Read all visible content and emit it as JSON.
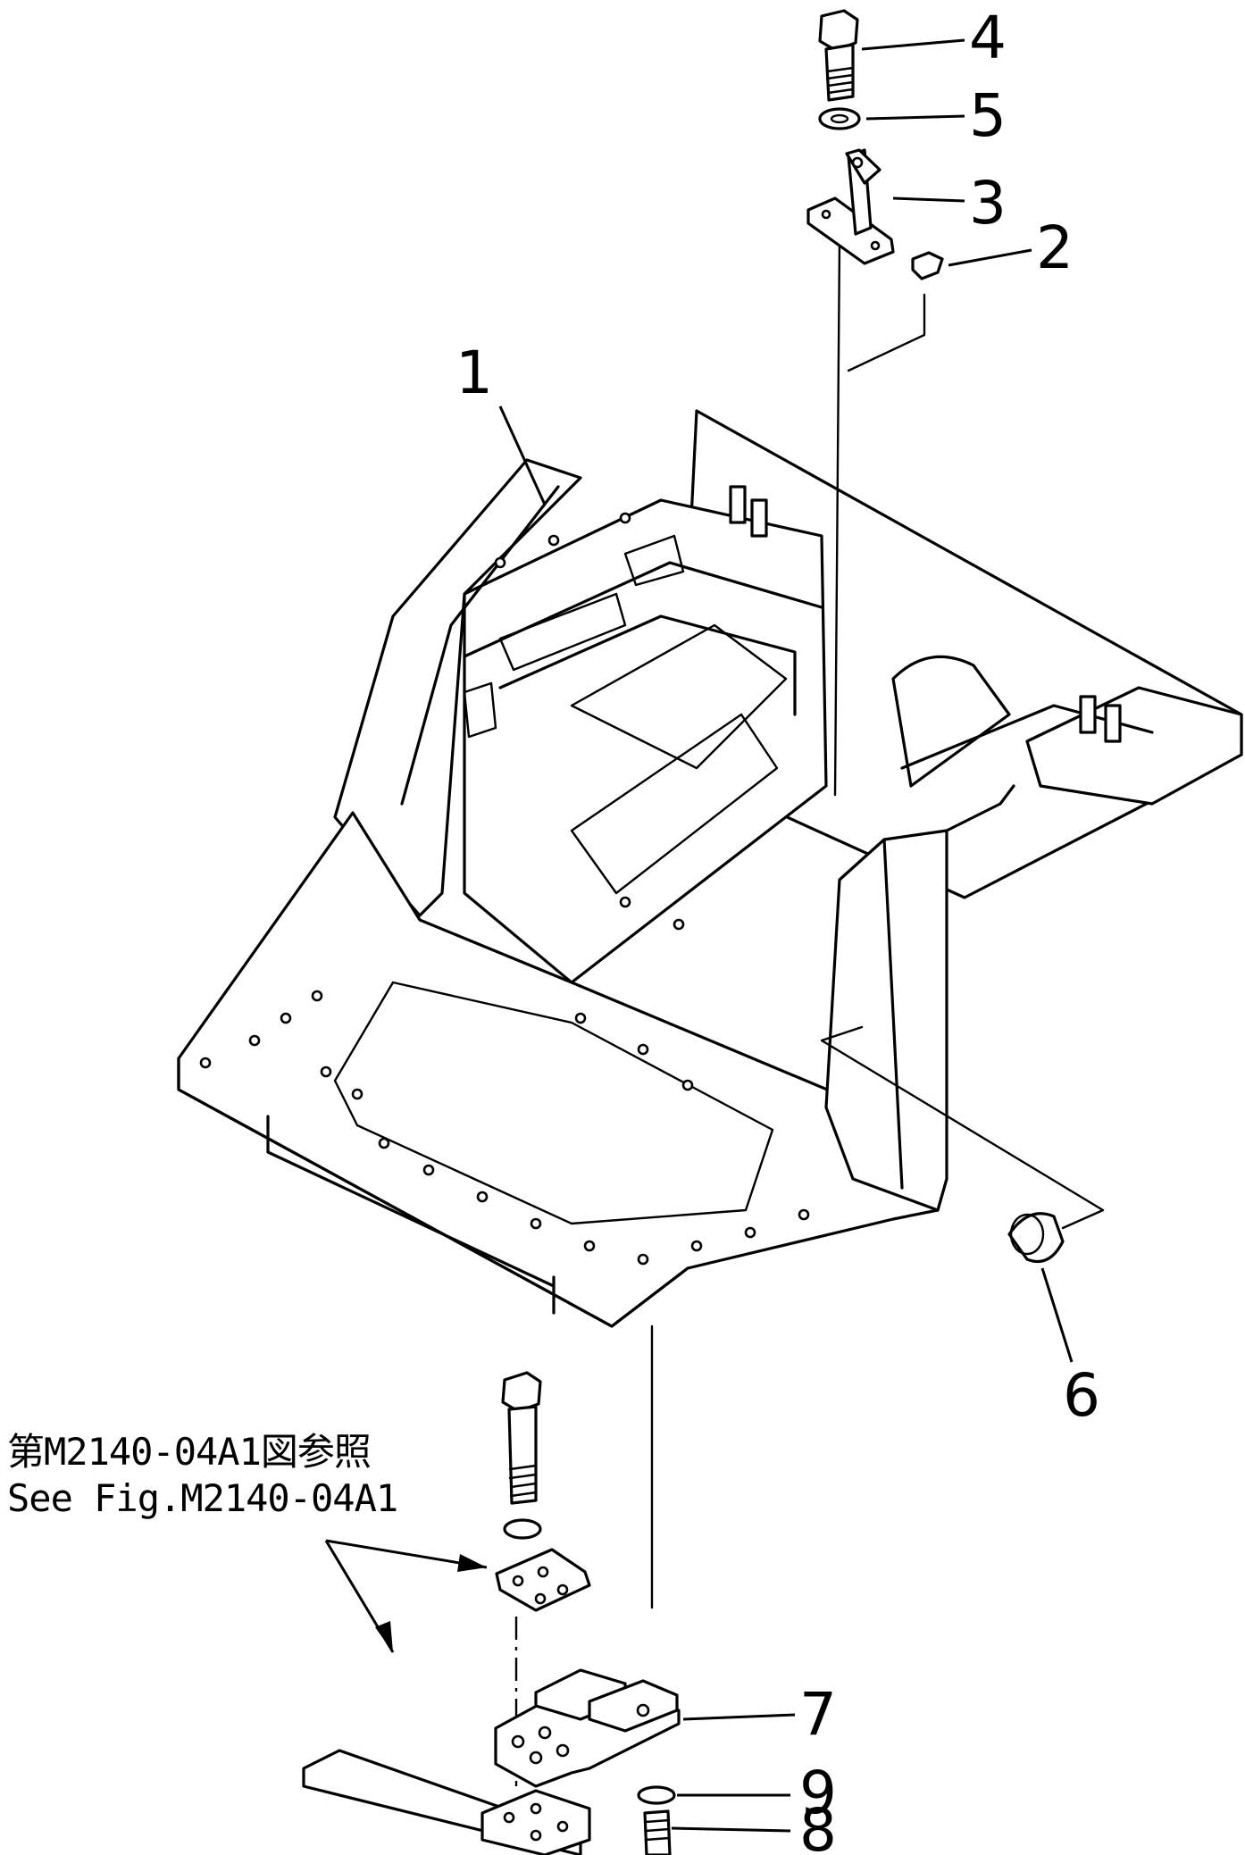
{
  "callouts": [
    {
      "id": "1",
      "label": "1"
    },
    {
      "id": "2",
      "label": "2"
    },
    {
      "id": "3",
      "label": "3"
    },
    {
      "id": "4",
      "label": "4"
    },
    {
      "id": "5",
      "label": "5"
    },
    {
      "id": "6",
      "label": "6"
    },
    {
      "id": "7",
      "label": "7"
    },
    {
      "id": "8",
      "label": "8"
    },
    {
      "id": "9",
      "label": "9"
    }
  ],
  "reference_note": {
    "line_jp": "第M2140-04A1図参照",
    "line_en": "See Fig.M2140-04A1"
  }
}
